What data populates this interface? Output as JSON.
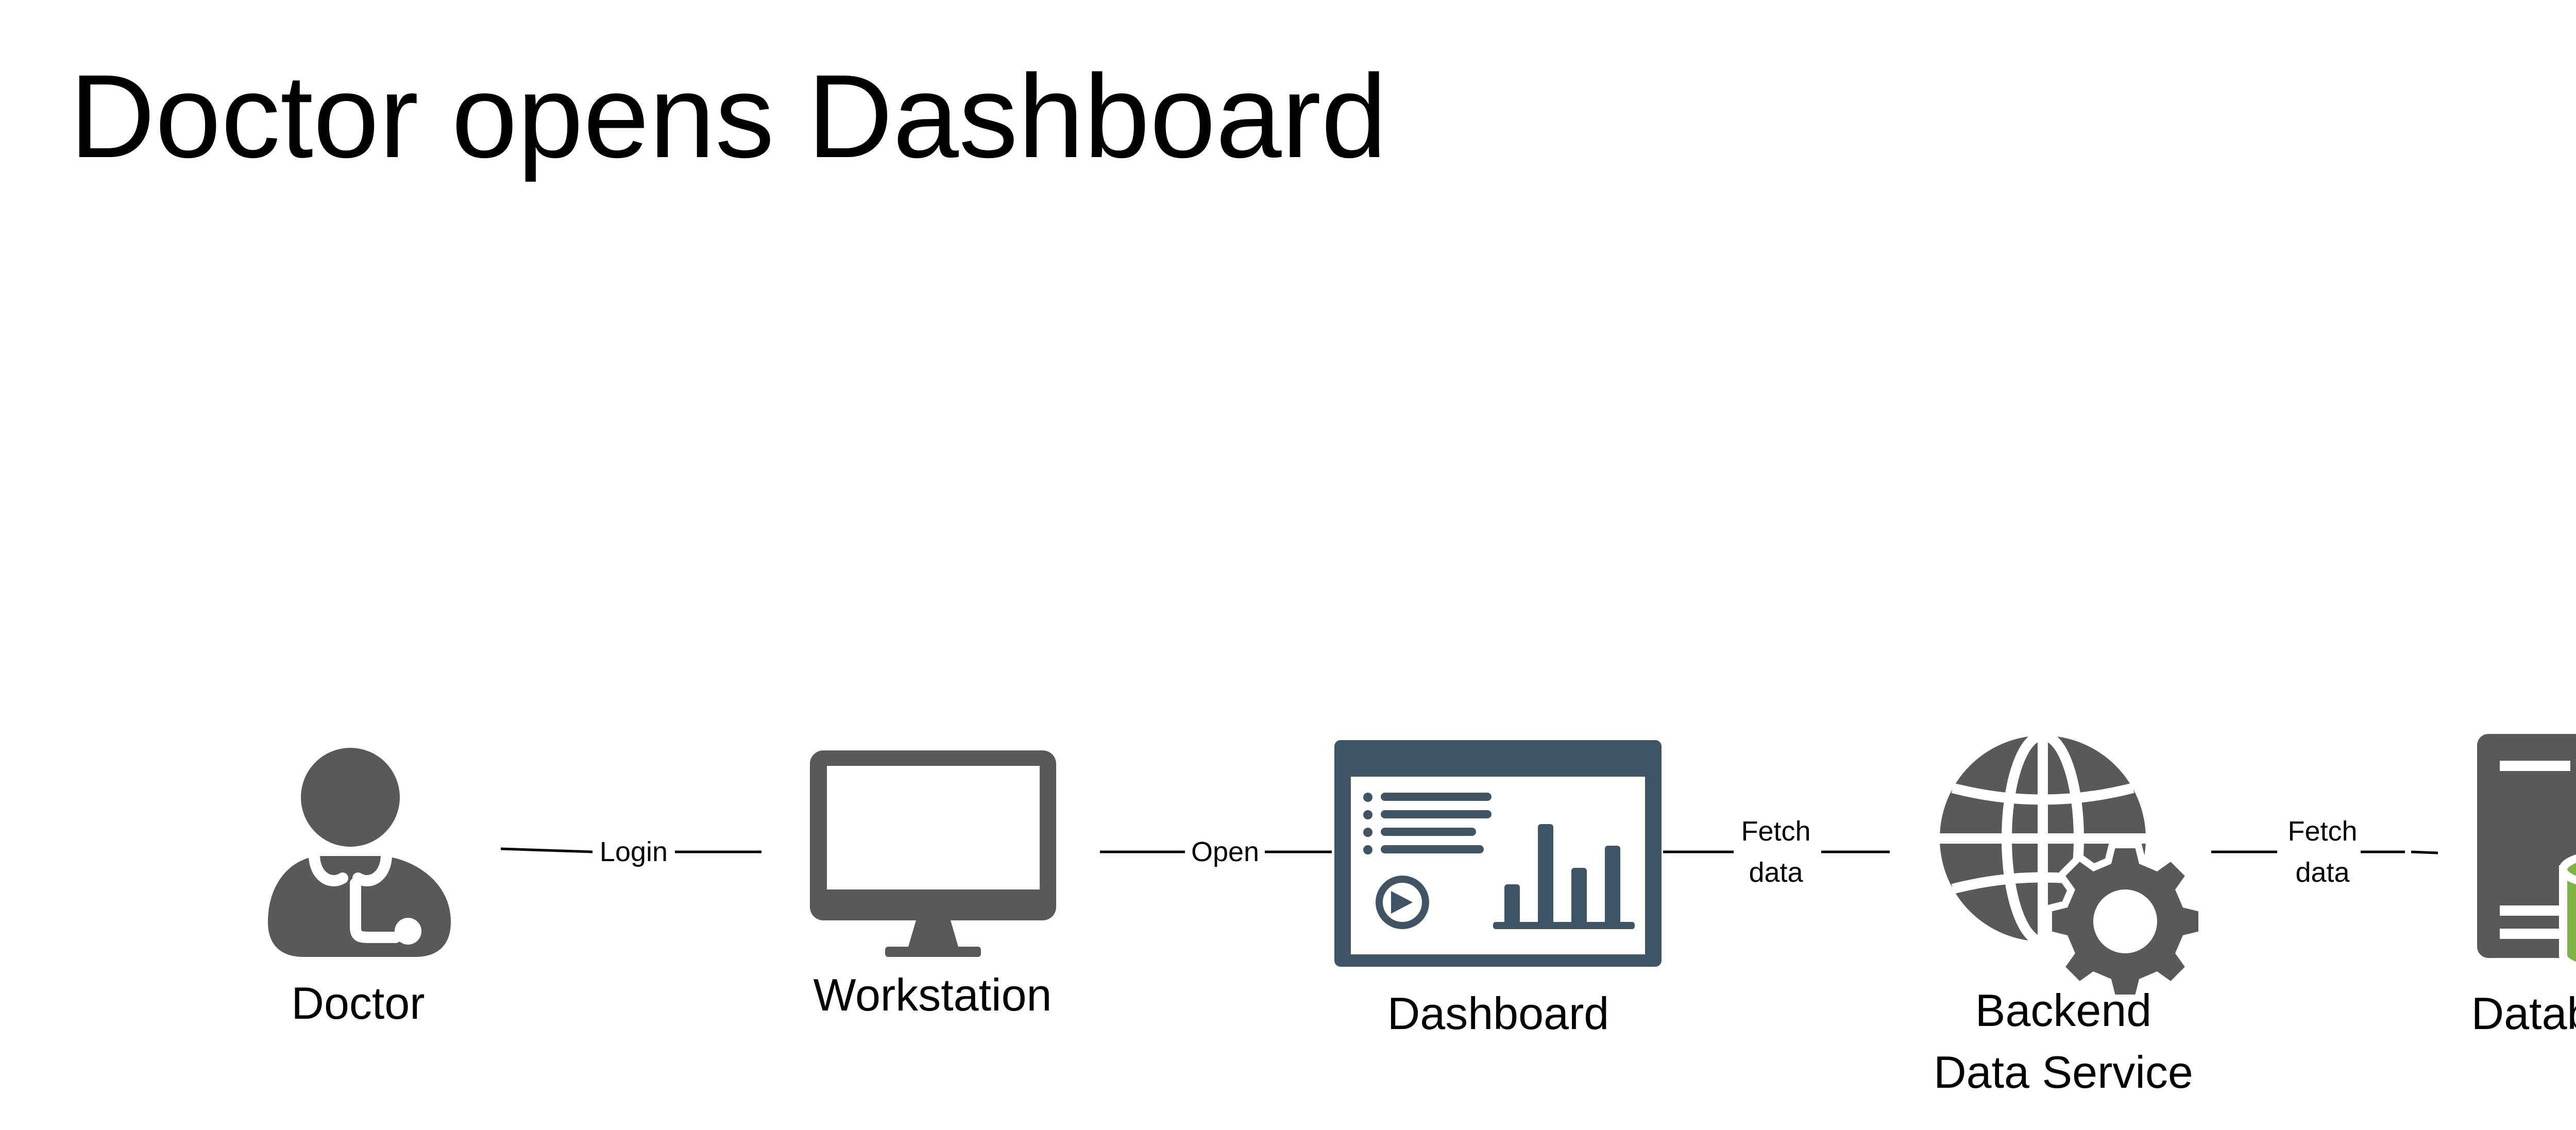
{
  "title": "Doctor opens Dashboard",
  "nodes": {
    "doctor": {
      "label": "Doctor",
      "icon": "doctor-icon"
    },
    "workstation": {
      "label": "Workstation",
      "icon": "monitor-icon"
    },
    "dashboard": {
      "label": "Dashboard",
      "icon": "dashboard-icon"
    },
    "backend": {
      "label_line1": "Backend",
      "label_line2": "Data Service",
      "icon": "globe-gear-icon"
    },
    "database": {
      "label": "Database",
      "icon": "server-database-icon"
    }
  },
  "edges": {
    "login": {
      "label": "Login"
    },
    "open": {
      "label": "Open"
    },
    "fetch1": {
      "label_line1": "Fetch",
      "label_line2": "data"
    },
    "fetch2": {
      "label_line1": "Fetch",
      "label_line2": "data"
    }
  },
  "colors": {
    "icon": "#595959",
    "dashboard_frame": "#3f5464",
    "database_cylinder": "#7cb342",
    "arrow": "#000000"
  }
}
